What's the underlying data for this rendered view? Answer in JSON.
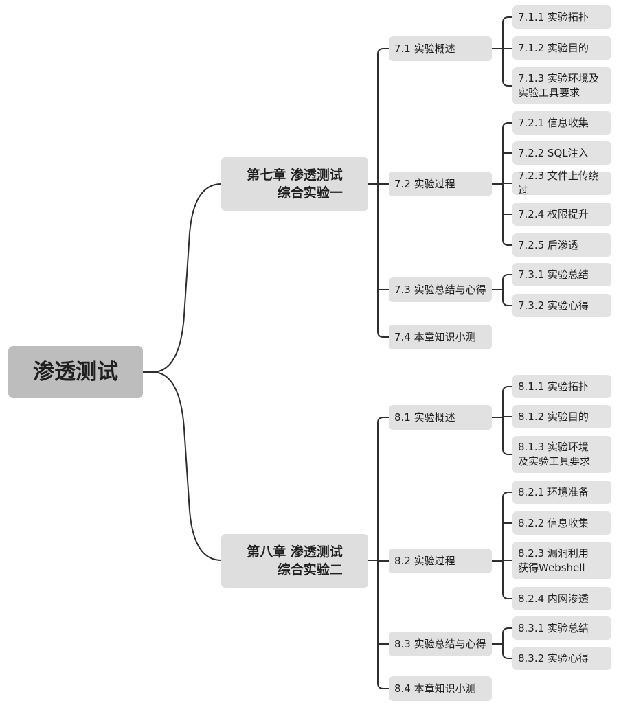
{
  "root": {
    "label": "渗透测试"
  },
  "chapters": [
    {
      "label": "第七章 渗透测试\n综合实验一",
      "sections": [
        {
          "label": "7.1 实验概述",
          "items": [
            "7.1.1 实验拓扑",
            "7.1.2 实验目的",
            "7.1.3 实验环境及\n实验工具要求"
          ]
        },
        {
          "label": "7.2 实验过程",
          "items": [
            "7.2.1 信息收集",
            "7.2.2 SQL注入",
            "7.2.3 文件上传绕过",
            "7.2.4 权限提升",
            "7.2.5 后渗透"
          ]
        },
        {
          "label": "7.3 实验总结与心得",
          "items": [
            "7.3.1 实验总结",
            "7.3.2 实验心得"
          ]
        },
        {
          "label": "7.4 本章知识小测",
          "items": []
        }
      ]
    },
    {
      "label": "第八章 渗透测试\n综合实验二",
      "sections": [
        {
          "label": "8.1 实验概述",
          "items": [
            "8.1.1 实验拓扑",
            "8.1.2 实验目的",
            "8.1.3 实验环境\n及实验工具要求"
          ]
        },
        {
          "label": "8.2 实验过程",
          "items": [
            "8.2.1 环境准备",
            "8.2.2 信息收集",
            "8.2.3 漏洞利用\n获得Webshell",
            "8.2.4 内网渗透"
          ]
        },
        {
          "label": "8.3 实验总结与心得",
          "items": [
            "8.3.1 实验总结",
            "8.3.2 实验心得"
          ]
        },
        {
          "label": "8.4 本章知识小测",
          "items": []
        }
      ]
    }
  ]
}
